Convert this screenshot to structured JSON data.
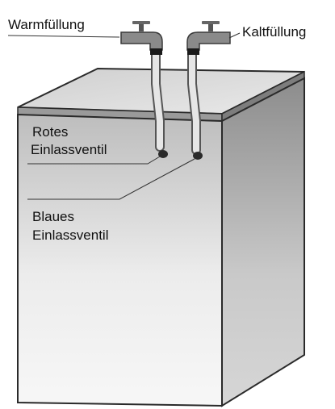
{
  "labels": {
    "warm_fill": "Warmfüllung",
    "cold_fill": "Kaltfüllung",
    "red_valve_line1": "Rotes",
    "red_valve_line2": "Einlassventil",
    "blue_valve_line1": "Blaues",
    "blue_valve_line2": "Einlassventil"
  }
}
